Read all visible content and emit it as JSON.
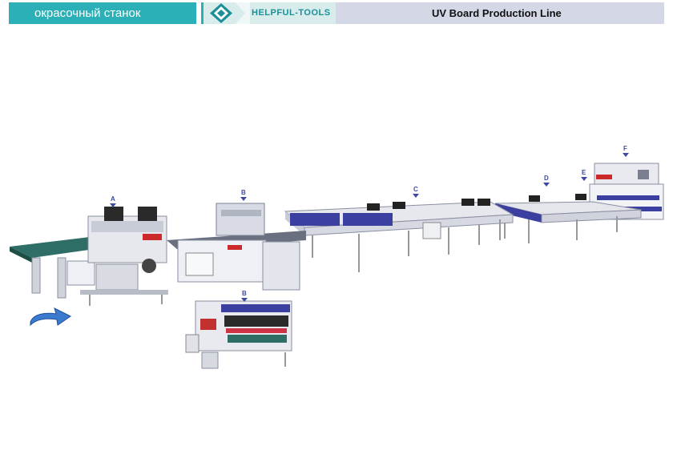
{
  "header": {
    "tab_label": "окрасочный станок",
    "brand": "HELPFUL-TOOLS",
    "title": "UV Board Production Line"
  },
  "stations": {
    "a": "A",
    "b": "B",
    "b_detail": "B",
    "c": "C",
    "d": "D",
    "e": "E",
    "f": "F"
  },
  "colors": {
    "accent": "#2bb0b8",
    "marker": "#3d4aa0",
    "lamp_blue": "#3a3fa0"
  },
  "icons": {
    "logo": "diamond-logo-icon",
    "direction": "curved-arrow-icon"
  }
}
